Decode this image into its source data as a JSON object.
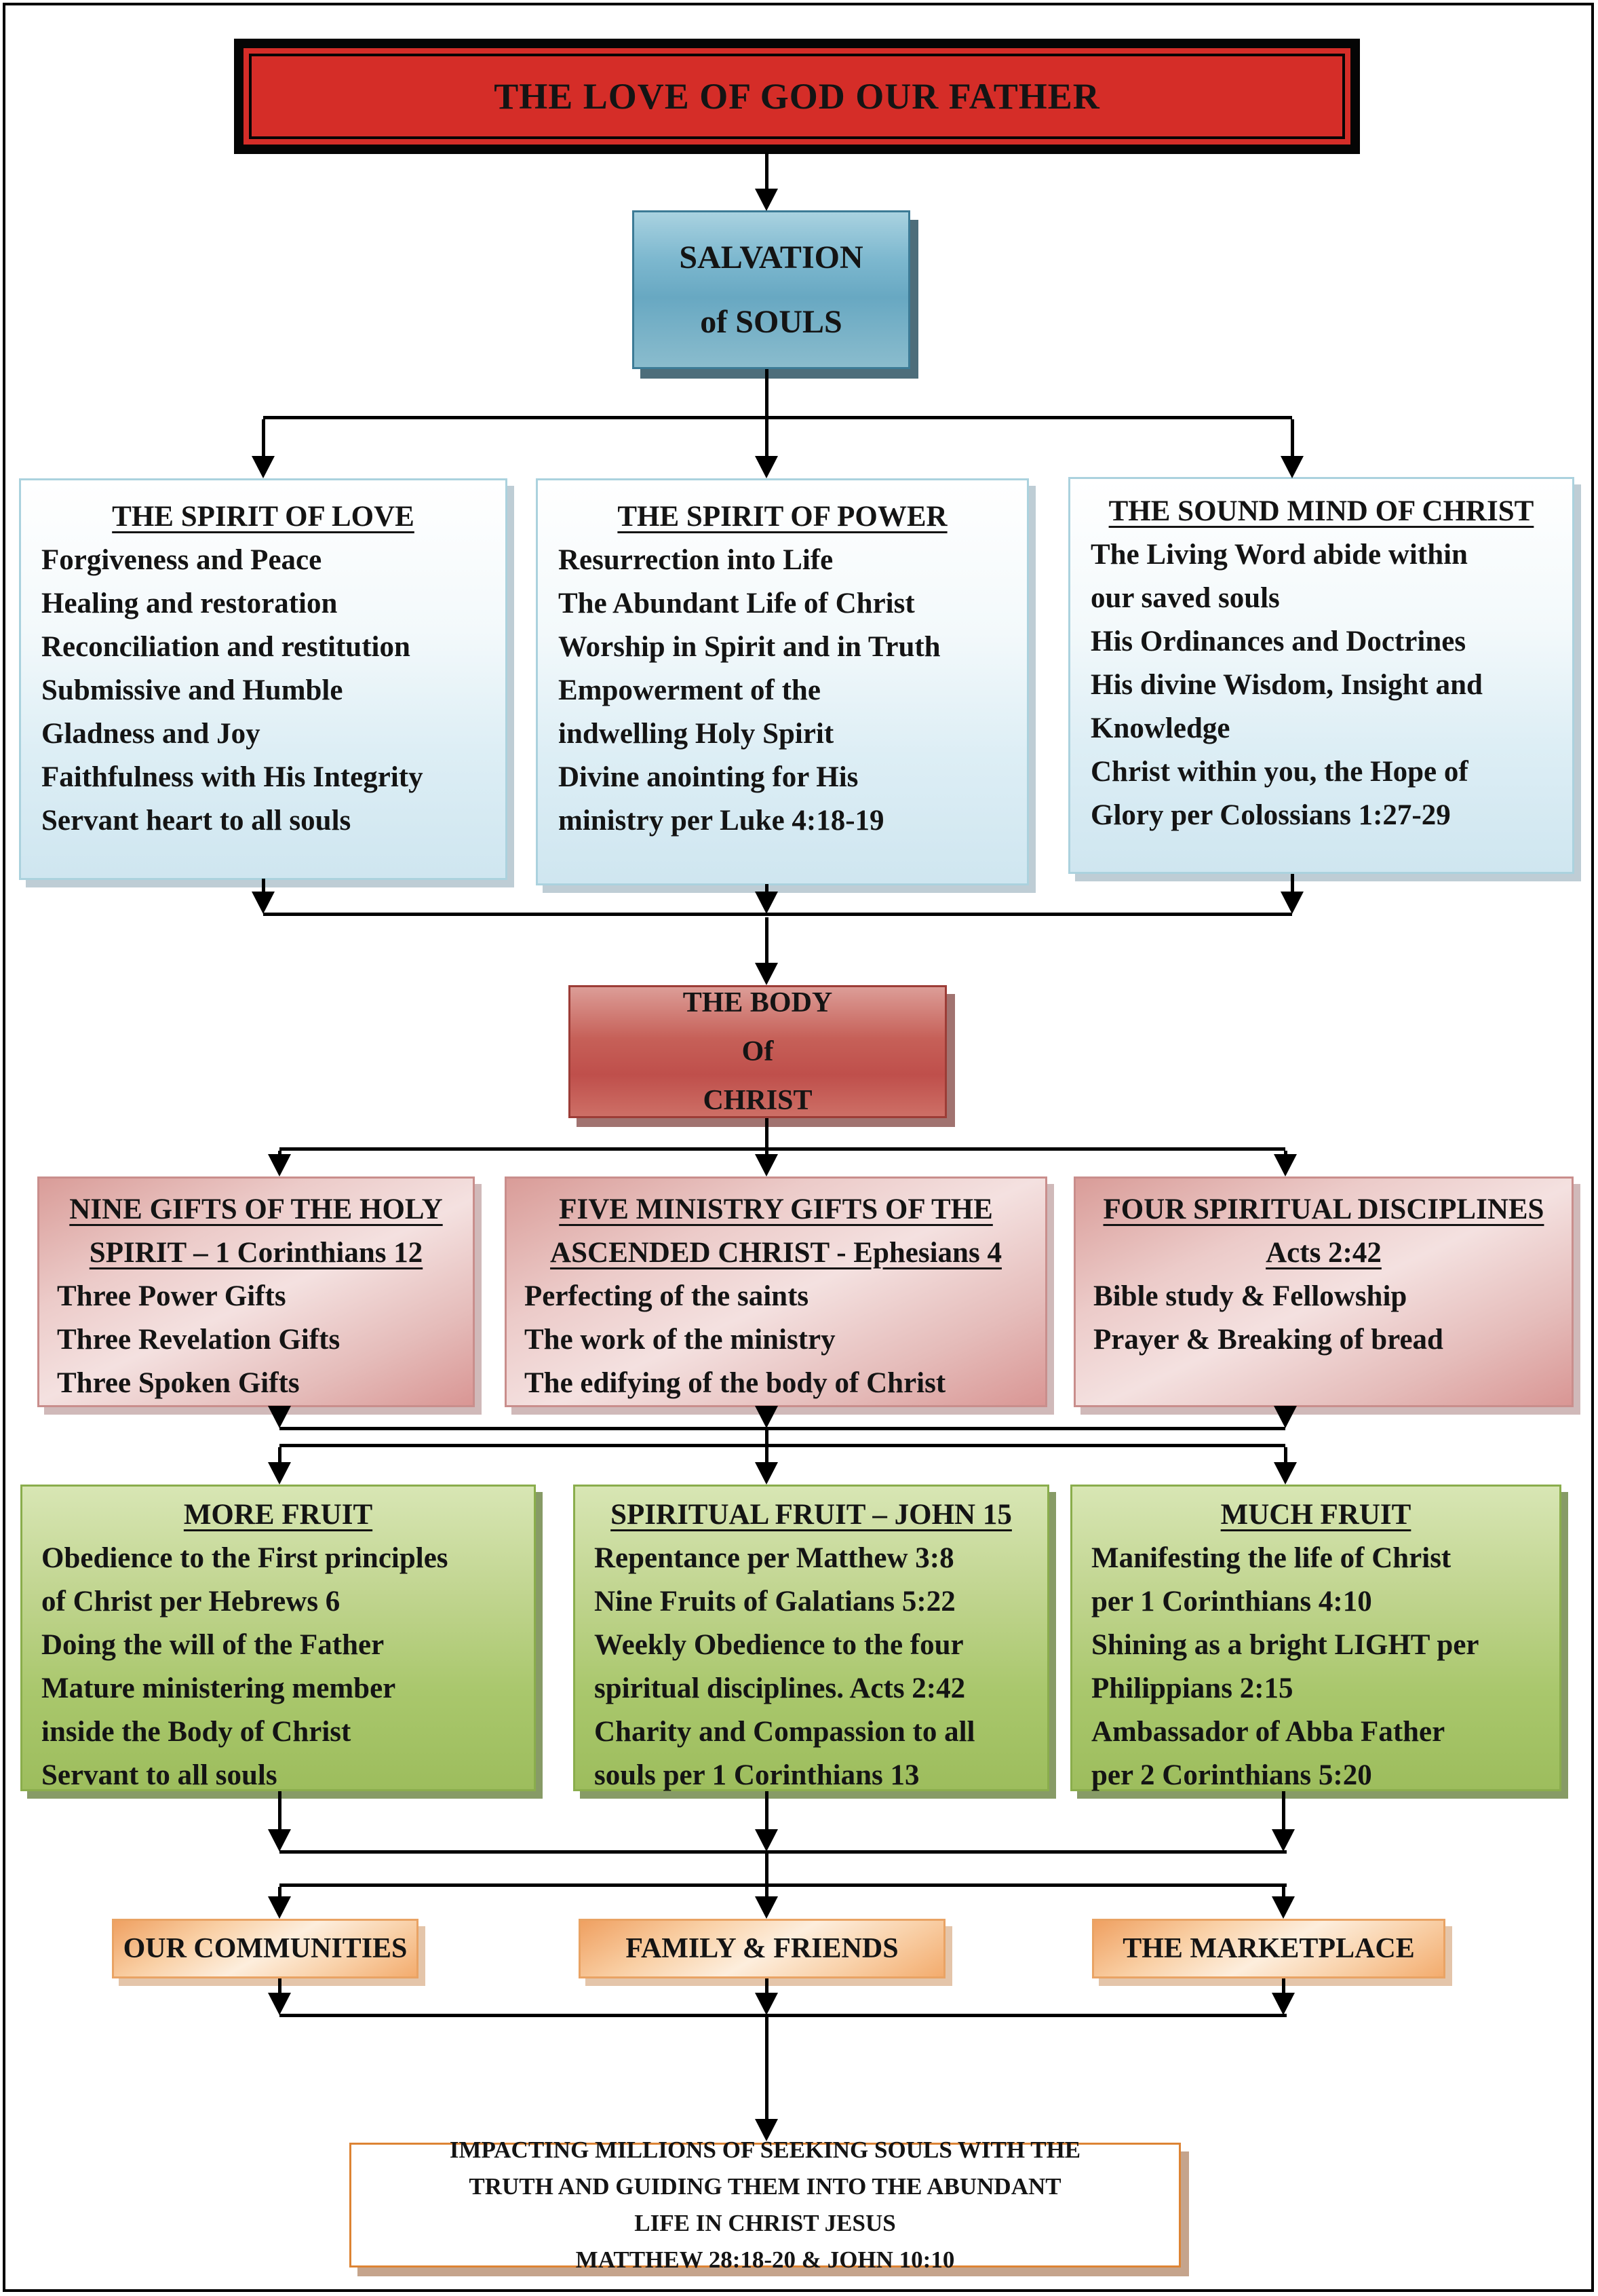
{
  "title": {
    "text": "THE LOVE OF GOD OUR FATHER"
  },
  "salvation": {
    "lines": [
      "SALVATION",
      "of SOULS"
    ]
  },
  "row_blue": [
    {
      "title": "THE SPIRIT OF LOVE",
      "lines": [
        "Forgiveness and Peace",
        "Healing and restoration",
        "Reconciliation and restitution",
        "Submissive and Humble",
        "Gladness and Joy",
        "Faithfulness with His Integrity",
        "Servant heart to all souls"
      ]
    },
    {
      "title": "THE SPIRIT OF POWER",
      "lines": [
        "Resurrection into Life",
        "The Abundant Life of Christ",
        "Worship in Spirit and in Truth",
        "Empowerment of the",
        "indwelling Holy Spirit",
        "Divine anointing for His",
        "ministry per Luke 4:18-19"
      ]
    },
    {
      "title": "THE SOUND MIND OF CHRIST",
      "lines": [
        "The Living Word abide within",
        "our saved souls",
        "His Ordinances and Doctrines",
        "His divine Wisdom, Insight and",
        "Knowledge",
        "Christ within you, the Hope of",
        "Glory per Colossians 1:27-29"
      ]
    }
  ],
  "body_of_christ": {
    "lines": [
      "THE BODY",
      "Of",
      "CHRIST"
    ]
  },
  "row_pink": [
    {
      "title_lines": [
        "NINE GIFTS OF THE HOLY",
        "SPIRIT – 1 Corinthians 12"
      ],
      "lines": [
        "Three Power Gifts",
        "Three Revelation Gifts",
        "Three Spoken Gifts"
      ]
    },
    {
      "title_lines": [
        "FIVE MINISTRY GIFTS OF THE",
        "ASCENDED CHRIST - Ephesians 4"
      ],
      "lines": [
        "Perfecting of the saints",
        "The work of the ministry",
        "The edifying of the body of Christ"
      ]
    },
    {
      "title_lines": [
        "FOUR SPIRITUAL DISCIPLINES",
        "Acts 2:42"
      ],
      "lines": [
        "Bible study & Fellowship",
        "Prayer & Breaking of bread"
      ]
    }
  ],
  "row_green": [
    {
      "title": "MORE FRUIT",
      "lines": [
        "Obedience to the First principles",
        "of Christ per Hebrews 6",
        "Doing the will of the Father",
        "Mature ministering member",
        "inside the Body of Christ",
        "Servant to all souls"
      ]
    },
    {
      "title": "SPIRITUAL FRUIT – JOHN 15",
      "lines": [
        "Repentance per Matthew 3:8",
        "Nine Fruits of Galatians 5:22",
        "Weekly Obedience to the four",
        "spiritual disciplines. Acts 2:42",
        "Charity and Compassion to all",
        "souls per 1 Corinthians 13"
      ]
    },
    {
      "title": "MUCH FRUIT",
      "lines": [
        "Manifesting the life of Christ",
        "per 1 Corinthians 4:10",
        "Shining as a bright LIGHT per",
        "Philippians 2:15",
        "Ambassador of Abba Father",
        "per 2 Corinthians 5:20"
      ]
    }
  ],
  "row_orange": [
    {
      "label": "OUR COMMUNITIES"
    },
    {
      "label": "FAMILY & FRIENDS"
    },
    {
      "label": "THE MARKETPLACE"
    }
  ],
  "footer": {
    "lines": [
      "IMPACTING MILLIONS OF SEEKING SOULS WITH THE",
      "TRUTH AND GUIDING THEM INTO THE ABUNDANT",
      "LIFE IN CHRIST JESUS",
      "MATTHEW 28:18-20 & JOHN 10:10"
    ]
  },
  "colors": {
    "title_red": "#d52d28",
    "salvation_teal": "#68a8c2",
    "info_blue": "#cfe6f0",
    "body_red": "#bf4f4b",
    "gift_pink": "#d99694",
    "fruit_green": "#9dbd5d",
    "reach_orange_light": "#f9d2ab",
    "impact_orange": "#f2a75f",
    "line_black": "#000000"
  }
}
